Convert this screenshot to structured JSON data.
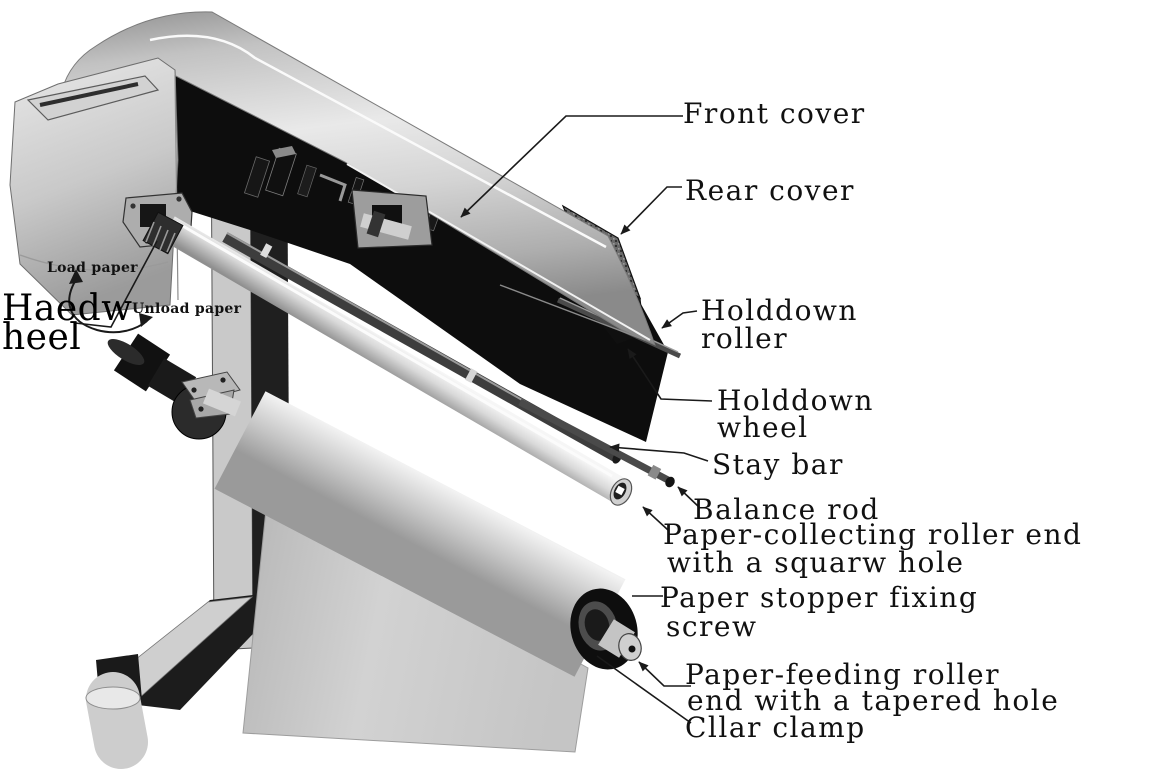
{
  "labels": {
    "front_cover": "Front cover",
    "rear_cover": "Rear cover",
    "holddown_roller": [
      "Holddown",
      "roller"
    ],
    "holddown_wheel": [
      "Holddown",
      "wheel"
    ],
    "stay_bar": "Stay bar",
    "balance_rod": "Balance rod",
    "paper_collecting_roller": [
      "Paper-collecting roller end",
      "with a squarw hole"
    ],
    "paper_stopper": [
      "Paper stopper fixing",
      "screw"
    ],
    "paper_feeding_roller": [
      "Paper-feeding roller",
      "end with a tapered hole"
    ],
    "collar_clamp": "Cllar clamp",
    "hand_wheel": [
      "Haedw",
      "heel"
    ],
    "load_paper": "Load paper",
    "unload_paper": "Unload paper"
  },
  "colors": {
    "background": "#ffffff",
    "ink": "#1a1a1a",
    "cover_light": "#d8d8d8",
    "body_dark": "#0d0d0d"
  }
}
